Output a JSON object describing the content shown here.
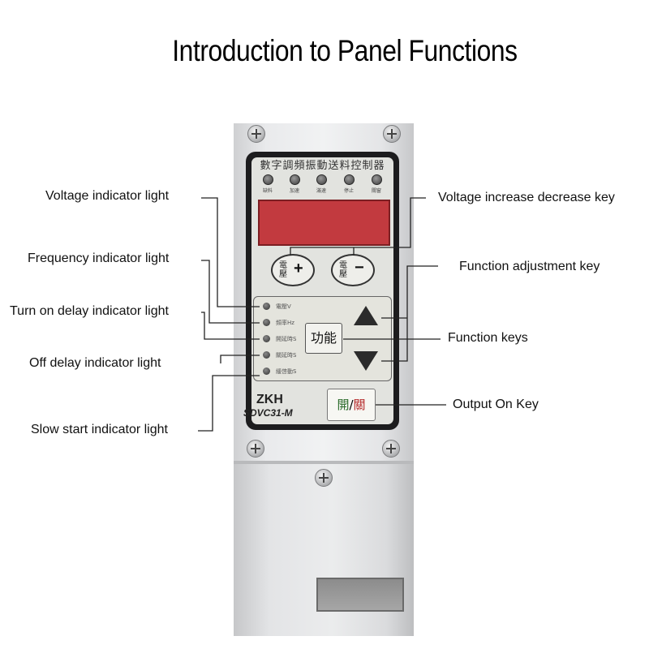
{
  "title": "Introduction to Panel Functions",
  "callouts": {
    "voltage_indicator": "Voltage indicator light",
    "frequency_indicator": "Frequency indicator light",
    "turn_on_delay": "Turn on delay indicator light",
    "off_delay": "Off delay indicator light",
    "slow_start": "Slow start indicator light",
    "voltage_keys": "Voltage increase decrease key",
    "function_adjust": "Function adjustment key",
    "function_keys": "Function keys",
    "output_on": "Output On Key"
  },
  "device": {
    "panel_title": "數字調頻振動送料控制器",
    "status_leds": [
      "缺料",
      "加速",
      "滿速",
      "停止",
      "關窗"
    ],
    "voltage_key_label": "電壓",
    "plus_sign": "+",
    "minus_sign": "−",
    "indicator_labels": [
      "電壓V",
      "頻率Hz",
      "開延時S",
      "關延時S",
      "緩啓動S"
    ],
    "function_key": "功能",
    "up_arrow": "▲",
    "down_arrow": "▼",
    "brand": "ZKH",
    "model": "SDVC31-M",
    "output_open": "開",
    "output_sep": "/",
    "output_close": "關"
  },
  "colors": {
    "display": "#c23a3f",
    "panel_face": "#1c1c1e",
    "panel_inner": "#e2e3df"
  }
}
